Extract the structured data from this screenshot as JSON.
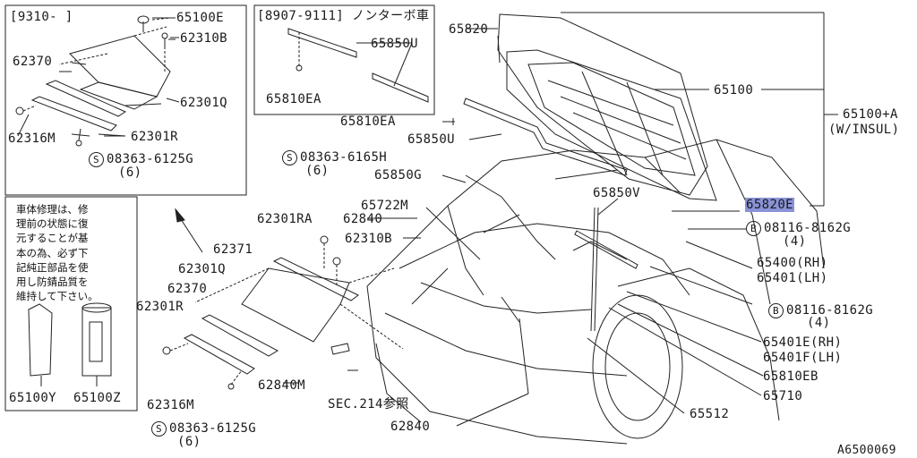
{
  "inset_top": {
    "date_range": "[9310-     ]",
    "parts": {
      "p65100E": "65100E",
      "p62310B": "62310B",
      "p62370": "62370",
      "p62301Q": "62301Q",
      "p62316M": "62316M",
      "p62301R": "62301R",
      "screw_code": "08363-6125G",
      "screw_qty": "(6)"
    }
  },
  "inset_note": {
    "text": "車体修理は、修\n理前の状態に復\n元することが基\n本の為、必ず下\n記純正部品を使\n用し防錆品質を\n維持して下さい。",
    "p65100Y": "65100Y",
    "p65100Z": "65100Z"
  },
  "inset_turbo": {
    "header": "[8907-9111] ノンターボ車",
    "p65850U": "65850U",
    "p65810EA": "65810EA"
  },
  "main": {
    "p65820": "65820",
    "p65100": "65100",
    "p65100A": "65100+A",
    "p65100A_note": "(W/INSUL)",
    "p65810EA": "65810EA",
    "p65850U": "65850U",
    "p65850G": "65850G",
    "screw_h_code": "08363-6165H",
    "screw_h_qty": "(6)",
    "p65722M": "65722M",
    "p65850V": "65850V",
    "p62301RA": "62301RA",
    "p62840": "62840",
    "p62310B": "62310B",
    "p62371": "62371",
    "p62301Q": "62301Q",
    "p62370": "62370",
    "p62301R": "62301R",
    "p62316M": "62316M",
    "screw_g_code": "08363-6125G",
    "screw_g_qty": "(6)",
    "p62840M": "62840M",
    "sec_ref": "SEC.214参照",
    "p62840_bottom": "62840",
    "p65820E": "65820E",
    "bolt1_code": "08116-8162G",
    "bolt1_qty": "(4)",
    "p65400": "65400(RH)",
    "p65401": "65401(LH)",
    "bolt2_code": "08116-8162G",
    "bolt2_qty": "(4)",
    "p65401E": "65401E(RH)",
    "p65401F": "65401F(LH)",
    "p65810EB": "65810EB",
    "p65710": "65710",
    "p65512": "65512",
    "diagram_id": "A6500069"
  },
  "symbols": {
    "screw_mark": "S",
    "bolt_mark": "B"
  },
  "colors": {
    "line": "#222222",
    "highlight": "#8a93d8",
    "background": "#ffffff"
  }
}
